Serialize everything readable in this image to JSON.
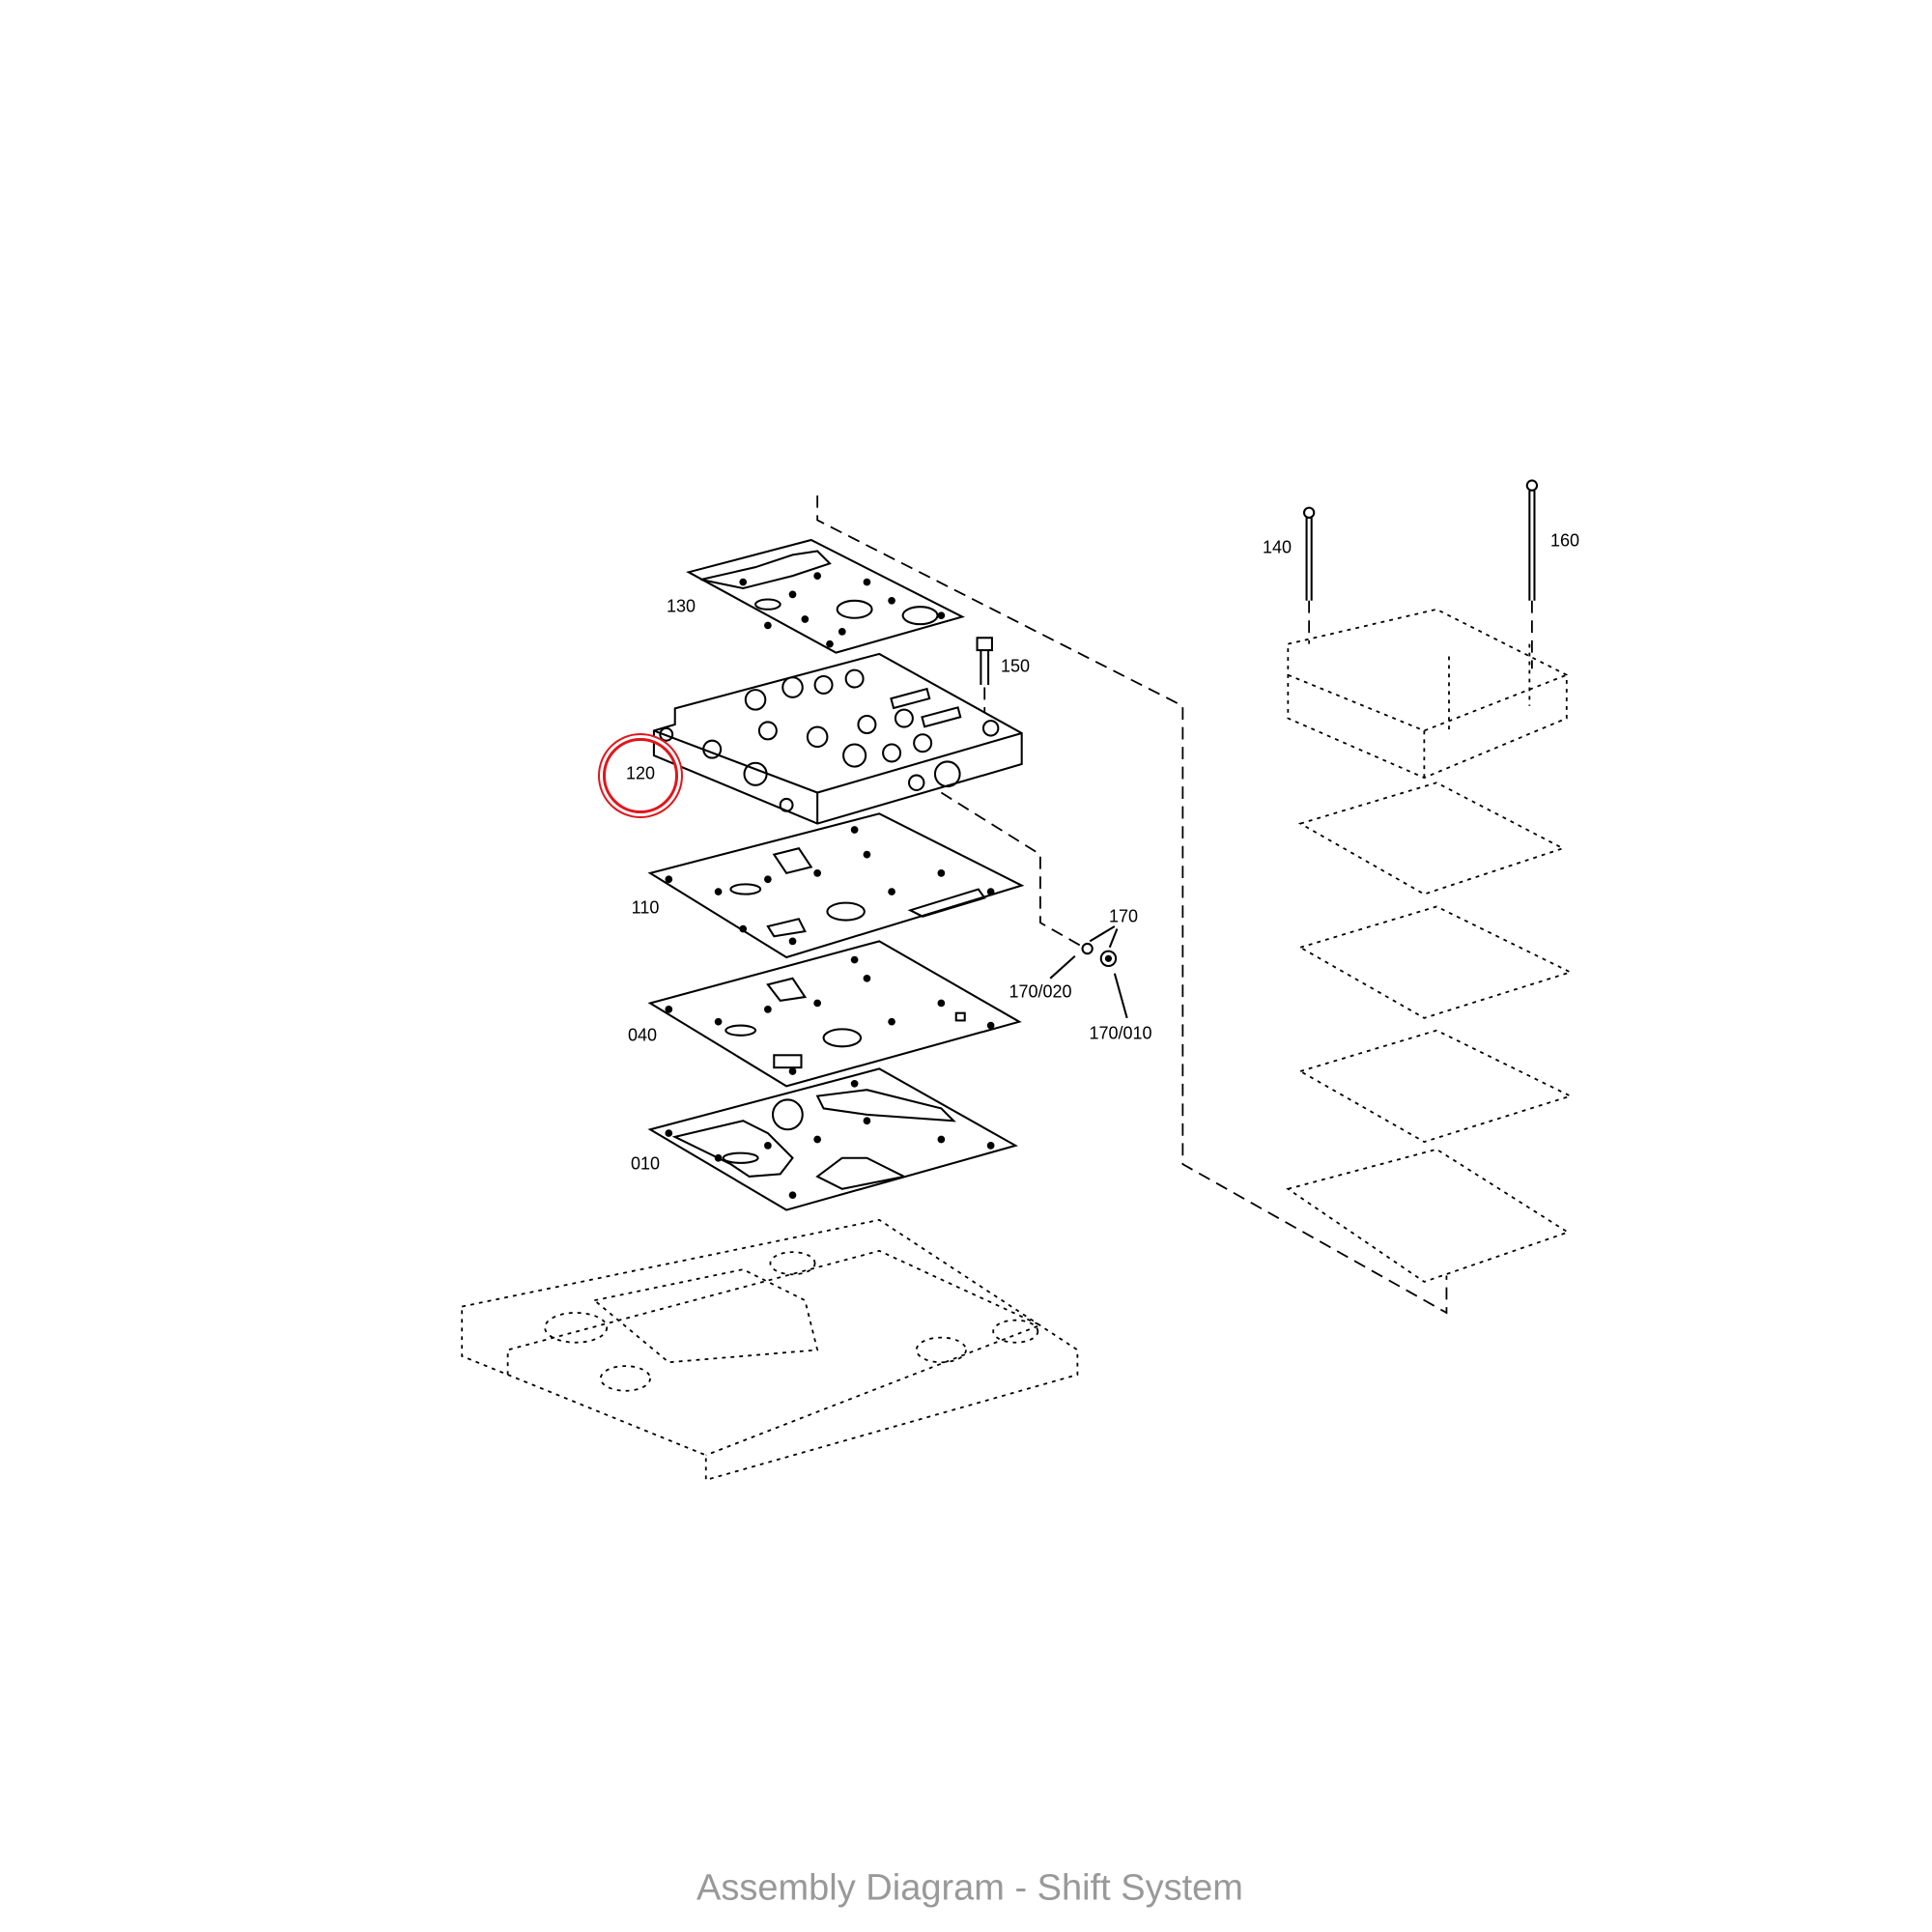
{
  "diagram": {
    "labels": {
      "p130": "130",
      "p150": "150",
      "p120": "120",
      "p110": "110",
      "p040": "040",
      "p010": "010",
      "p170": "170",
      "p170_020": "170/020",
      "p170_010": "170/010",
      "p140": "140",
      "p160": "160"
    },
    "highlighted_part": "120",
    "highlight_color": "#e0161b",
    "caption": "Assembly Diagram - Shift System"
  }
}
